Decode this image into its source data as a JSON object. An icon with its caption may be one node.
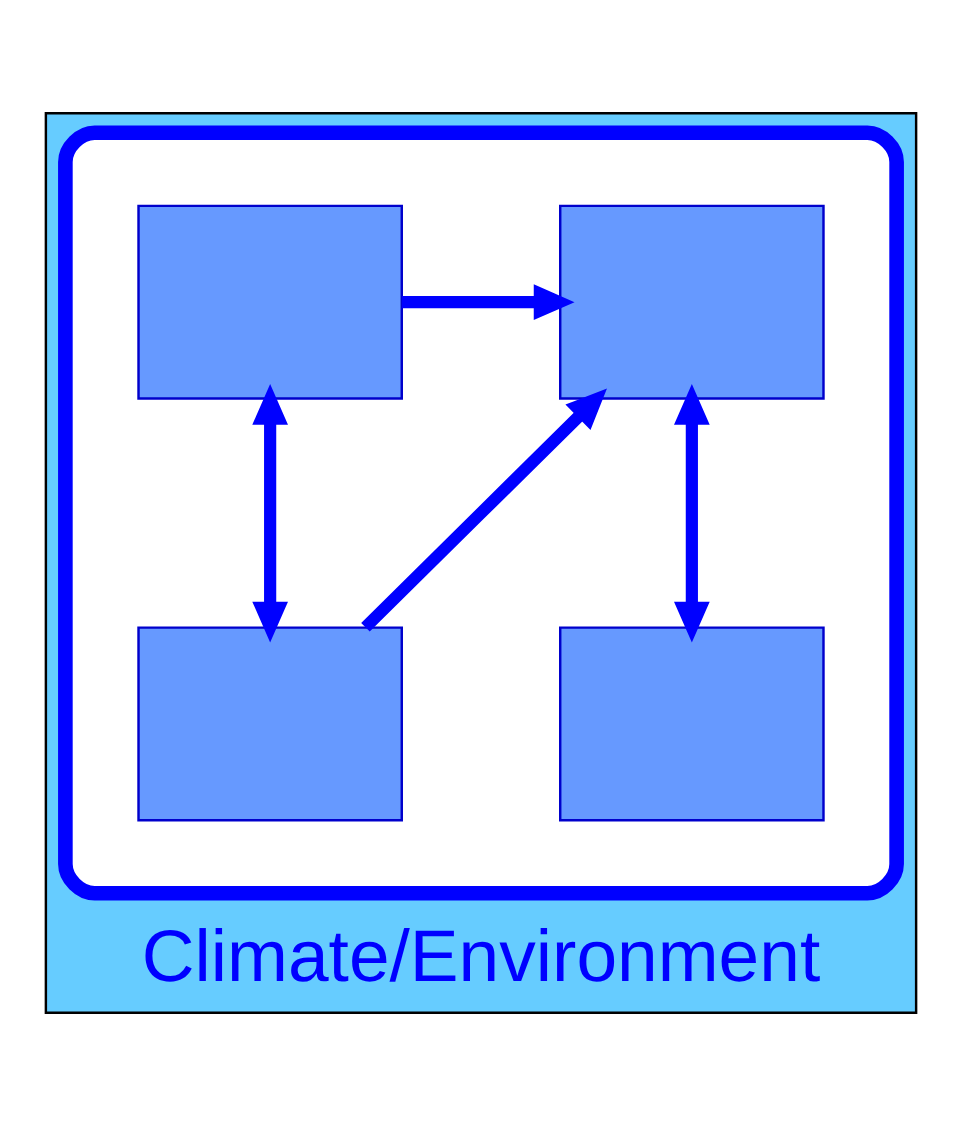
{
  "diagram": {
    "nodes": [
      {
        "text": [
          "Climate/Environment"
        ]
      },
      {
        "text": [],
        "shape": "ellipse",
        "in": 0
      },
      {
        "text": [],
        "shape": "box",
        "in": 1
      },
      {
        "text": [],
        "shape": "box",
        "in": 1
      },
      {
        "text": [],
        "shape": "box",
        "in": 1
      },
      {
        "text": [],
        "shape": "box",
        "in": 1
      }
    ],
    "edges": [
      {
        "from": 2,
        "to": 3,
        "arrow": "to"
      },
      {
        "from": 2,
        "to": 5,
        "arrow": "both"
      },
      {
        "from": 5,
        "to": 3,
        "arrow": "to"
      },
      {
        "from": 3,
        "to": 4,
        "arrow": "both"
      }
    ]
  }
}
